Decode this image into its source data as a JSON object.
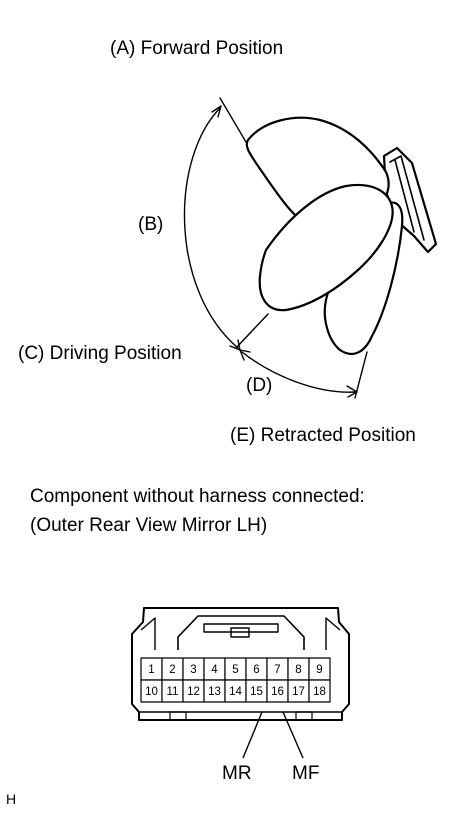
{
  "mirror_diagram": {
    "label_a": "(A) Forward Position",
    "label_b": "(B)",
    "label_c": "(C) Driving Position",
    "label_d": "(D)",
    "label_e": "(E) Retracted Position"
  },
  "component": {
    "caption_line1": "Component without harness connected:",
    "caption_line2": "(Outer Rear View Mirror LH)"
  },
  "connector": {
    "pins_top": [
      "1",
      "2",
      "3",
      "4",
      "5",
      "6",
      "7",
      "8",
      "9"
    ],
    "pins_bottom": [
      "10",
      "11",
      "12",
      "13",
      "14",
      "15",
      "16",
      "17",
      "18"
    ],
    "callout_mr": "MR",
    "callout_mf": "MF"
  },
  "footer_code": "H"
}
